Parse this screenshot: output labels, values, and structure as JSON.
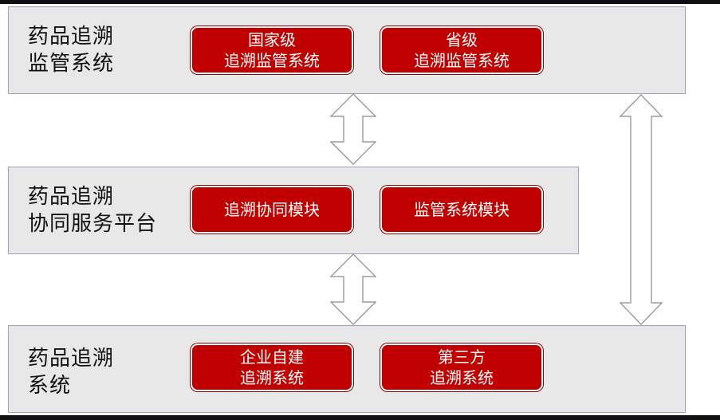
{
  "layers": [
    {
      "title": "药品追溯\n监管系统",
      "modules": [
        "国家级\n追溯监管系统",
        "省级\n追溯监管系统"
      ]
    },
    {
      "title": "药品追溯\n协同服务平台",
      "modules": [
        "追溯协同模块",
        "监管系统模块"
      ]
    },
    {
      "title": "药品追溯\n系统",
      "modules": [
        "企业自建\n追溯系统",
        "第三方\n追溯系统"
      ]
    }
  ],
  "colors": {
    "layer_fill": "#e8e8e8",
    "module_fill": "#c00000",
    "module_text": "#ffffff",
    "arrow_stroke": "#8a8a8a"
  }
}
